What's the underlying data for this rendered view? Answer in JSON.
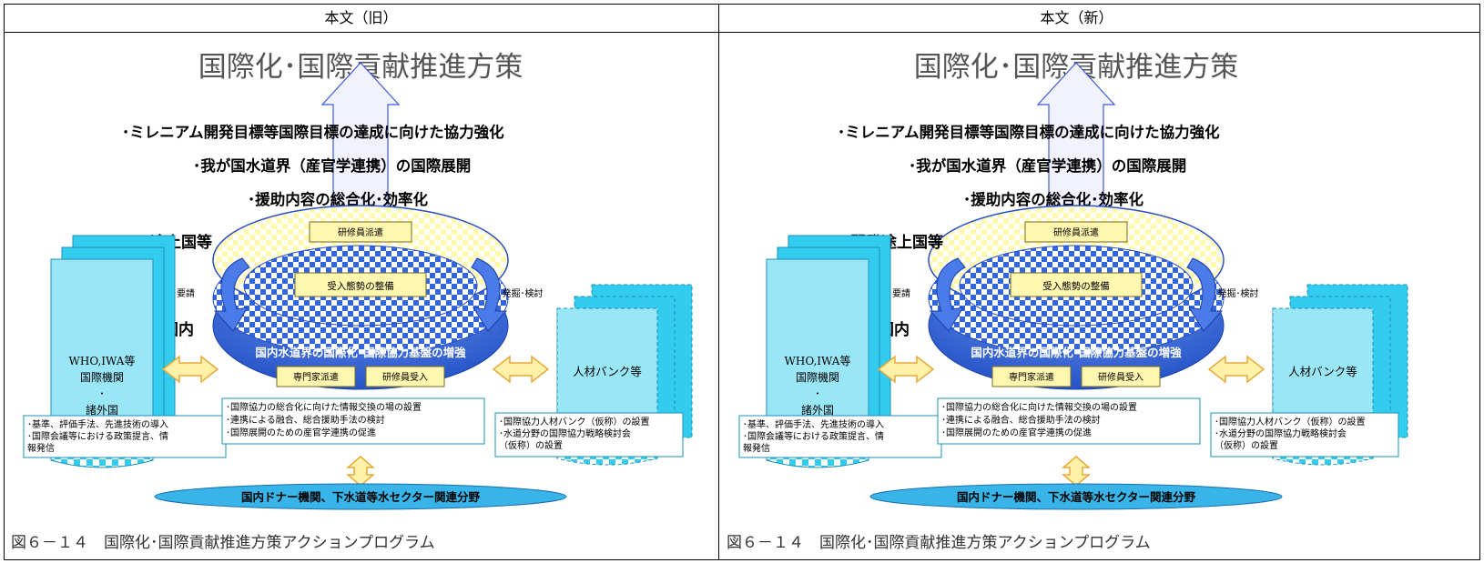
{
  "columns": [
    {
      "header": "本文（旧）",
      "title": "国際化･国際貢献推進方策",
      "bullets": [
        "･ミレニアム開発目標等国際目標の達成に向けた協力強化",
        "･我が国水道界（産官学連携）の国際展開",
        "･援助内容の総合化･効率化"
      ],
      "overseas_label": "途上国等",
      "domestic_label": "国内",
      "request_label": "要請",
      "discover_label": "発掘･検討",
      "top_box": "研修員派遣",
      "middle_box": "受入態勢の整備",
      "ring_label": "国内水道界の国際化･国際協力基盤の増強",
      "expert_box": "専門家派遣",
      "trainee_box": "研修員受入",
      "left_doc_lines": [
        "WHO,IWA等",
        "国際機関",
        "･",
        "諸外国"
      ],
      "left_box_lines": [
        "･基準、評価手法、先進技術の導入",
        "･国際会議等における政策提言、情",
        "報発信"
      ],
      "center_box_lines": [
        "･国際協力の総合化に向けた情報交換の場の設置",
        "･連携による融合、総合援助手法の検討",
        "･国際展開のための産官学連携の促進"
      ],
      "right_doc_label": "人材バンク等",
      "right_box_lines": [
        "･国際協力人材バンク（仮称）の設置",
        "･水道分野の国際協力戦略検討会",
        "（仮称）の設置"
      ],
      "base_label": "国内ドナー機関、下水道等水セクター関連分野",
      "caption": "図６－１４　国際化･国際貢献推進方策アクションプログラム"
    },
    {
      "header": "本文（新）",
      "title": "国際化･国際貢献推進方策",
      "bullets": [
        "･ミレニアム開発目標等国際目標の達成に向けた協力強化",
        "･我が国水道界（産官学連携）の国際展開",
        "･援助内容の総合化･効率化"
      ],
      "overseas_label": "開発途上国等",
      "domestic_label": "国内",
      "request_label": "要請",
      "discover_label": "発掘･検討",
      "top_box": "研修員派遣",
      "middle_box": "受入態勢の整備",
      "ring_label": "国内水道界の国際化･国際協力基盤の増強",
      "expert_box": "専門家派遣",
      "trainee_box": "研修員受入",
      "left_doc_lines": [
        "WHO,IWA等",
        "国際機関",
        "･",
        "諸外国"
      ],
      "left_box_lines": [
        "･基準、評価手法、先進技術の導入",
        "･国際会議等における政策提言、情",
        "報発信"
      ],
      "center_box_lines": [
        "･国際協力の総合化に向けた情報交換の場の設置",
        "･連携による融合、総合援助手法の検討",
        "･国際展開のための産官学連携の促進"
      ],
      "right_doc_label": "人材バンク等",
      "right_box_lines": [
        "･国際協力人材バンク（仮称）の設置",
        "･水道分野の国際協力戦略検討会",
        "（仮称）の設置"
      ],
      "base_label": "国内ドナー機関、下水道等水セクター関連分野",
      "caption": "図６－１４　国際化･国際貢献推進方策アクションプログラム"
    }
  ],
  "colors": {
    "ring_blue": "#3366dd",
    "ring_blue_dark": "#1f4fc4",
    "yellow_check": "#fffab0",
    "cyan": "#33ccee",
    "cyan_light": "#99e6f7",
    "arrow_yellow": "#fff2a8",
    "arrow_orange": "#e8a83a",
    "base_ellipse": "#39b4e8"
  }
}
